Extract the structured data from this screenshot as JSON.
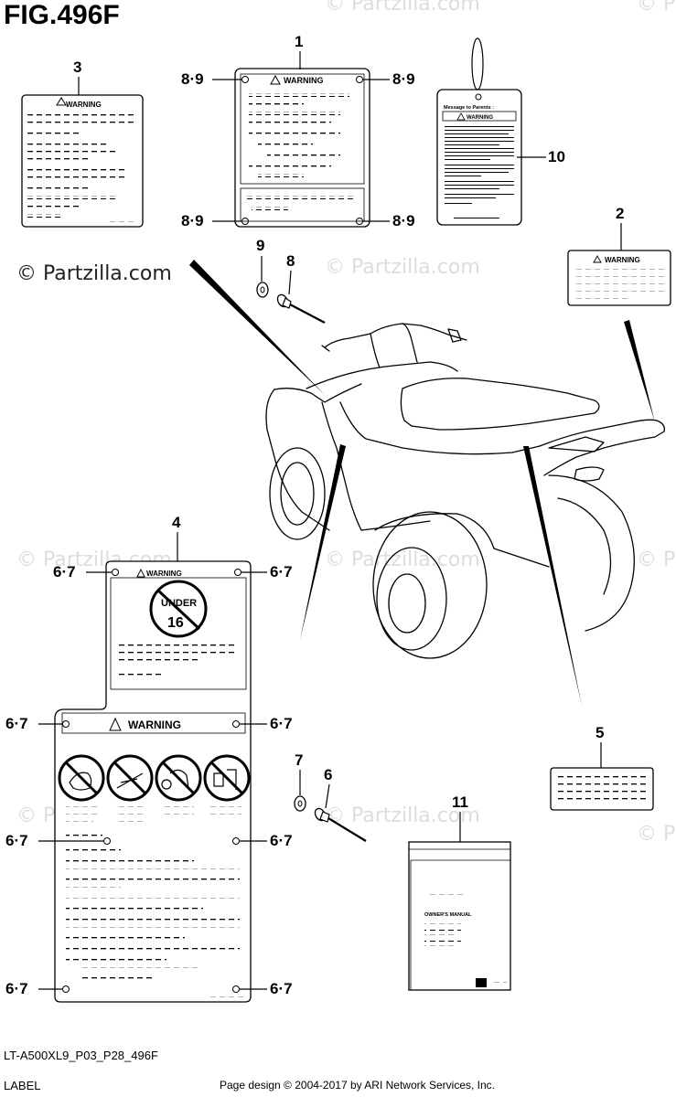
{
  "figure": {
    "title": "FIG.496F",
    "code": "LT-A500XL9_P03_P28_496F",
    "section": "LABEL",
    "copyright": "Page design © 2004-2017 by ARI Network Services, Inc."
  },
  "watermark": {
    "text": "© Partzilla.com",
    "text_short": "© P"
  },
  "labels": {
    "warning": "WARNING",
    "message_parents": "Message to Parents :",
    "under": "UNDER",
    "age": "16",
    "owners_manual": "OWNER'S MANUAL"
  },
  "callouts": {
    "c1": "1",
    "c2": "2",
    "c3": "3",
    "c4": "4",
    "c5": "5",
    "c6": "6",
    "c7": "7",
    "c8": "8",
    "c9": "9",
    "c10": "10",
    "c11": "11",
    "c89": "8·9",
    "c67": "6·7"
  }
}
